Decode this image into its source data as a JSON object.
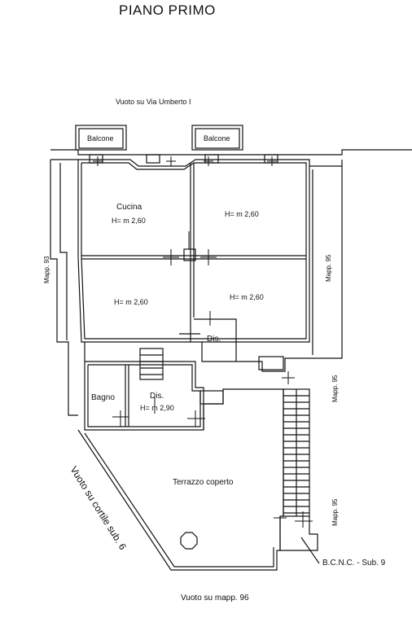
{
  "drawing": {
    "title": "PIANO PRIMO"
  },
  "labels": {
    "street": "Vuoto su Via Umberto I",
    "balcony_left": "Balcone",
    "balcony_right": "Balcone",
    "kitchen": "Cucina",
    "h_kitchen": "H= m 2,60",
    "h_top_right": "H= m 2,60",
    "h_mid_left": "H= m 2,60",
    "h_mid_right": "H= m 2,60",
    "dis_upper": "Dis.",
    "bagno": "Bagno",
    "dis_lower": "Dis.",
    "h_dis_lower": "H= m 2,90",
    "terrace": "Terrazzo coperto",
    "left_map": "Mapp. 93",
    "right_map": "Mapp. 95",
    "right_map_2": "Mapp. 95",
    "right_map_3": "Mapp. 95",
    "courtyard": "Vuoto su cortile sub. 6",
    "bcnc": "B.C.N.C. - Sub. 9",
    "bottom": "Vuoto su mapp. 96"
  }
}
